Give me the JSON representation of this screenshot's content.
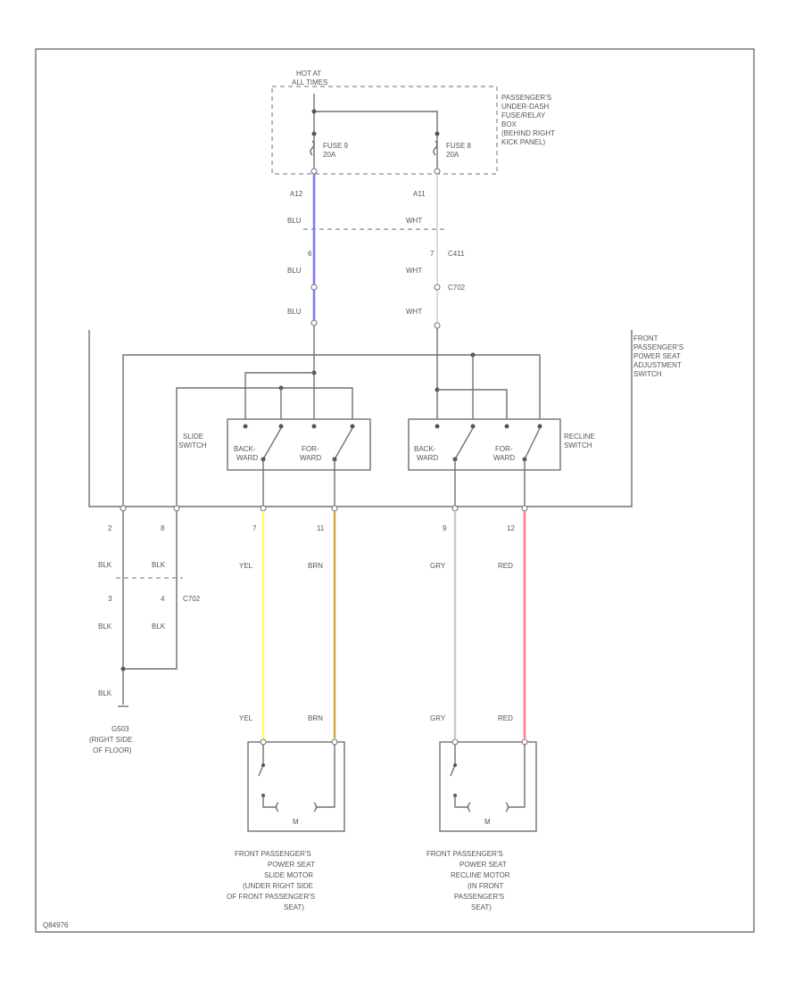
{
  "relay_box": {
    "hot_line1": "HOT AT",
    "hot_line2": "ALL TIMES",
    "label": [
      "PASSENGER'S",
      "UNDER-DASH",
      "FUSE/RELAY",
      "BOX",
      "(BEHIND RIGHT",
      "KICK PANEL)"
    ],
    "fuse_left": [
      "FUSE 9",
      "20A"
    ],
    "fuse_right": [
      "FUSE 8",
      "20A"
    ]
  },
  "connectors": {
    "a12": "A12",
    "a11": "A11",
    "pin_6": "6",
    "pin_7": "7",
    "c411": "C411",
    "c702": "C702"
  },
  "wires": {
    "blu": "BLU",
    "wht": "WHT",
    "yel": "YEL",
    "brn": "BRN",
    "gry": "GRY",
    "red": "RED",
    "blk": "BLK"
  },
  "switch": {
    "label": [
      "FRONT",
      "PASSENGER'S",
      "POWER SEAT",
      "ADJUSTMENT",
      "SWITCH"
    ],
    "slide_label": [
      "SLIDE",
      "SWITCH"
    ],
    "recline_label": [
      "RECLINE",
      "SWITCH"
    ],
    "back": [
      "BACK-",
      "WARD"
    ],
    "forward": [
      "FOR-",
      "WARD"
    ]
  },
  "bottom_pins": {
    "p2": "2",
    "p8": "8",
    "p7": "7",
    "p11": "11",
    "p9": "9",
    "p12": "12",
    "p3": "3",
    "p4": "4"
  },
  "ground": {
    "label": [
      "G503",
      "(RIGHT SIDE",
      "OF FLOOR)"
    ]
  },
  "motors": {
    "m": "M",
    "slide": [
      "FRONT PASSENGER'S",
      "POWER SEAT",
      "SLIDE MOTOR",
      "(UNDER RIGHT SIDE",
      "OF FRONT PASSENGER'S",
      "SEAT)"
    ],
    "recline": [
      "FRONT PASSENGER'S",
      "POWER SEAT",
      "RECLINE MOTOR",
      "(IN FRONT",
      "PASSENGER'S",
      "SEAT)"
    ]
  },
  "footer_code": "Q84976",
  "colors": {
    "blu": "#7b7bff",
    "yel": "#ffff66",
    "brn": "#d8a441",
    "gry": "#c8c8c8",
    "red": "#ff7a7a"
  }
}
